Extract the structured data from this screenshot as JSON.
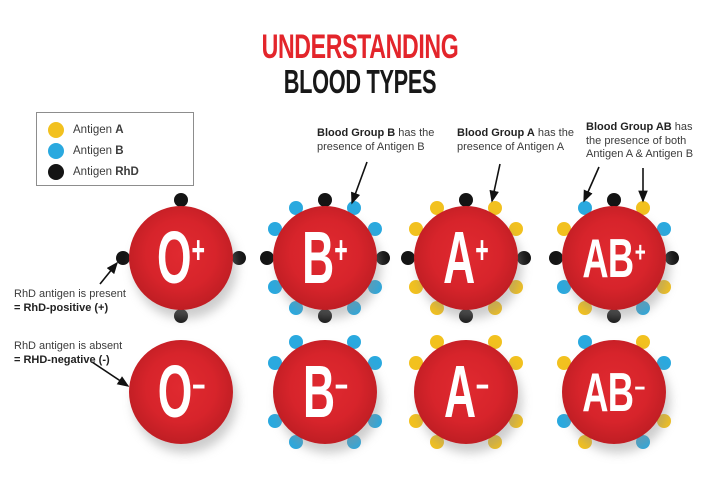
{
  "title": {
    "line1": "UNDERSTANDING",
    "line2": "BLOOD TYPES"
  },
  "colors": {
    "red": "#d7242b",
    "red_dark": "#c01e24",
    "red_light": "#e02a30",
    "yellow": "#f2c11f",
    "blue": "#2aa9df",
    "dot_black": "#141414",
    "title_red": "#e3252b"
  },
  "legend": {
    "items": [
      {
        "prefix": "Antigen ",
        "bold": "A",
        "antigen": "A"
      },
      {
        "prefix": "Antigen ",
        "bold": "B",
        "antigen": "B"
      },
      {
        "prefix": "Antigen ",
        "bold": "RhD",
        "antigen": "RhD"
      }
    ]
  },
  "callouts": {
    "group_b": {
      "bold": "Blood Group B",
      "rest": " has the presence of Antigen B"
    },
    "group_a": {
      "bold": "Blood Group A",
      "rest": " has the presence of Antigen A"
    },
    "group_ab": {
      "bold": "Blood Group AB",
      "rest": " has the presence of both Antigen A & Antigen B"
    },
    "rhd_present": {
      "line1": "RhD antigen is present",
      "line2": "= RhD-positive (+)"
    },
    "rhd_absent": {
      "line1": "RhD antigen is absent",
      "line2": "= RHD-negative (-)"
    }
  },
  "blood_types": [
    {
      "label": "O",
      "sign": "+",
      "dots": [
        {
          "antigen": "RhD",
          "angle": 0
        },
        {
          "antigen": "RhD",
          "angle": 90
        },
        {
          "antigen": "RhD",
          "angle": 180
        },
        {
          "antigen": "RhD",
          "angle": 270
        }
      ]
    },
    {
      "label": "B",
      "sign": "+",
      "dots": [
        {
          "antigen": "RhD",
          "angle": 0
        },
        {
          "antigen": "B",
          "angle": 30
        },
        {
          "antigen": "B",
          "angle": 60
        },
        {
          "antigen": "RhD",
          "angle": 90
        },
        {
          "antigen": "B",
          "angle": 120
        },
        {
          "antigen": "B",
          "angle": 150
        },
        {
          "antigen": "RhD",
          "angle": 180
        },
        {
          "antigen": "B",
          "angle": 210
        },
        {
          "antigen": "B",
          "angle": 240
        },
        {
          "antigen": "RhD",
          "angle": 270
        },
        {
          "antigen": "B",
          "angle": 300
        },
        {
          "antigen": "B",
          "angle": 330
        }
      ]
    },
    {
      "label": "A",
      "sign": "+",
      "dots": [
        {
          "antigen": "RhD",
          "angle": 0
        },
        {
          "antigen": "A",
          "angle": 30
        },
        {
          "antigen": "A",
          "angle": 60
        },
        {
          "antigen": "RhD",
          "angle": 90
        },
        {
          "antigen": "A",
          "angle": 120
        },
        {
          "antigen": "A",
          "angle": 150
        },
        {
          "antigen": "RhD",
          "angle": 180
        },
        {
          "antigen": "A",
          "angle": 210
        },
        {
          "antigen": "A",
          "angle": 240
        },
        {
          "antigen": "RhD",
          "angle": 270
        },
        {
          "antigen": "A",
          "angle": 300
        },
        {
          "antigen": "A",
          "angle": 330
        }
      ]
    },
    {
      "label": "AB",
      "sign": "+",
      "dots": [
        {
          "antigen": "RhD",
          "angle": 0
        },
        {
          "antigen": "A",
          "angle": 30
        },
        {
          "antigen": "B",
          "angle": 60
        },
        {
          "antigen": "RhD",
          "angle": 90
        },
        {
          "antigen": "A",
          "angle": 120
        },
        {
          "antigen": "B",
          "angle": 150
        },
        {
          "antigen": "RhD",
          "angle": 180
        },
        {
          "antigen": "A",
          "angle": 210
        },
        {
          "antigen": "B",
          "angle": 240
        },
        {
          "antigen": "RhD",
          "angle": 270
        },
        {
          "antigen": "A",
          "angle": 300
        },
        {
          "antigen": "B",
          "angle": 330
        }
      ]
    },
    {
      "label": "O",
      "sign": "–",
      "dots": []
    },
    {
      "label": "B",
      "sign": "–",
      "dots": [
        {
          "antigen": "B",
          "angle": 30
        },
        {
          "antigen": "B",
          "angle": 60
        },
        {
          "antigen": "B",
          "angle": 120
        },
        {
          "antigen": "B",
          "angle": 150
        },
        {
          "antigen": "B",
          "angle": 210
        },
        {
          "antigen": "B",
          "angle": 240
        },
        {
          "antigen": "B",
          "angle": 300
        },
        {
          "antigen": "B",
          "angle": 330
        }
      ]
    },
    {
      "label": "A",
      "sign": "–",
      "dots": [
        {
          "antigen": "A",
          "angle": 30
        },
        {
          "antigen": "A",
          "angle": 60
        },
        {
          "antigen": "A",
          "angle": 120
        },
        {
          "antigen": "A",
          "angle": 150
        },
        {
          "antigen": "A",
          "angle": 210
        },
        {
          "antigen": "A",
          "angle": 240
        },
        {
          "antigen": "A",
          "angle": 300
        },
        {
          "antigen": "A",
          "angle": 330
        }
      ]
    },
    {
      "label": "AB",
      "sign": "–",
      "dots": [
        {
          "antigen": "A",
          "angle": 30
        },
        {
          "antigen": "B",
          "angle": 60
        },
        {
          "antigen": "A",
          "angle": 120
        },
        {
          "antigen": "B",
          "angle": 150
        },
        {
          "antigen": "A",
          "angle": 210
        },
        {
          "antigen": "B",
          "angle": 240
        },
        {
          "antigen": "A",
          "angle": 300
        },
        {
          "antigen": "B",
          "angle": 330
        }
      ]
    }
  ]
}
